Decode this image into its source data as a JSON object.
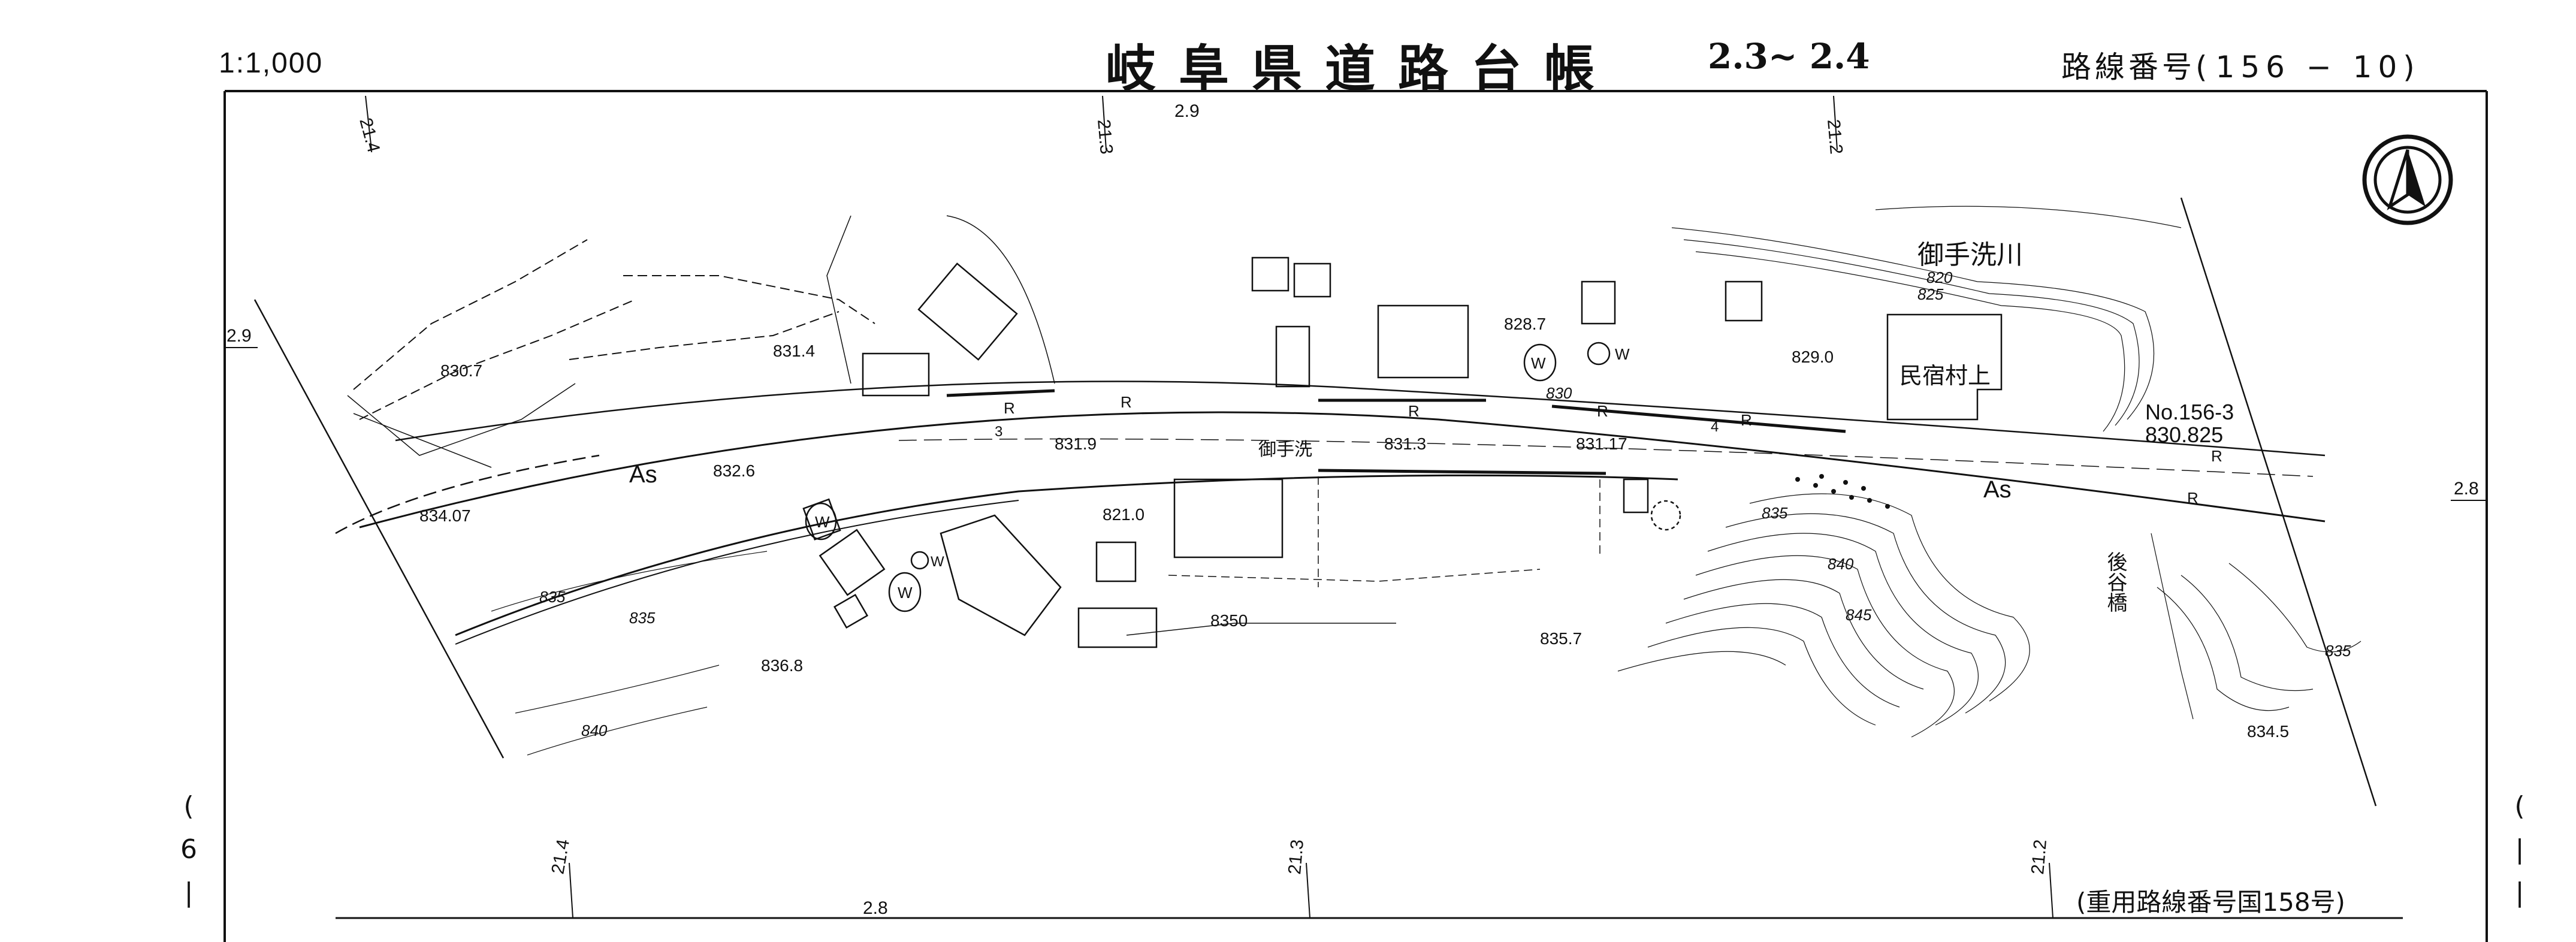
{
  "header": {
    "scale": "1:1,000",
    "title": "岐阜県道路台帳",
    "sheet_range": "2.3~ 2.4",
    "route_label": "路線番号(",
    "route_number": "156 − 10",
    "route_close": ")"
  },
  "footer": {
    "note": "(重用路線番号国158号)",
    "sheet_left": [
      "(",
      "6",
      "|"
    ],
    "sheet_right": [
      "(",
      "|",
      "|"
    ]
  },
  "grid_labels": {
    "top": [
      "21.4",
      "21.3",
      "2.9",
      "21.2"
    ],
    "bottom": [
      "21.4",
      "2.8",
      "21.3",
      "21.2"
    ],
    "left": "2.9",
    "right": "2.8"
  },
  "map": {
    "river_name": "御手洗川",
    "lodge_name": "民宿村上",
    "bridge_name": "後谷橋",
    "place_name": "御手洗",
    "benchmark_id": "No.156-3",
    "benchmark_elev": "830.825",
    "road_surface": "As",
    "road_surface_2": "As",
    "spot_heights": [
      "830.7",
      "831.4",
      "828.7",
      "829.0",
      "832.6",
      "831.9",
      "831.3",
      "831.17",
      "834.07",
      "821.0",
      "836.8",
      "835.7",
      "834.5",
      "8350"
    ],
    "contours": [
      "820",
      "825",
      "830",
      "835",
      "840",
      "845",
      "835",
      "835",
      "840",
      "835"
    ],
    "well_marks": [
      "W",
      "W",
      "W",
      "W",
      "W"
    ],
    "retaining_mark": "R",
    "km_posts": [
      "3",
      "4"
    ],
    "north_icon": "north-arrow-icon"
  }
}
